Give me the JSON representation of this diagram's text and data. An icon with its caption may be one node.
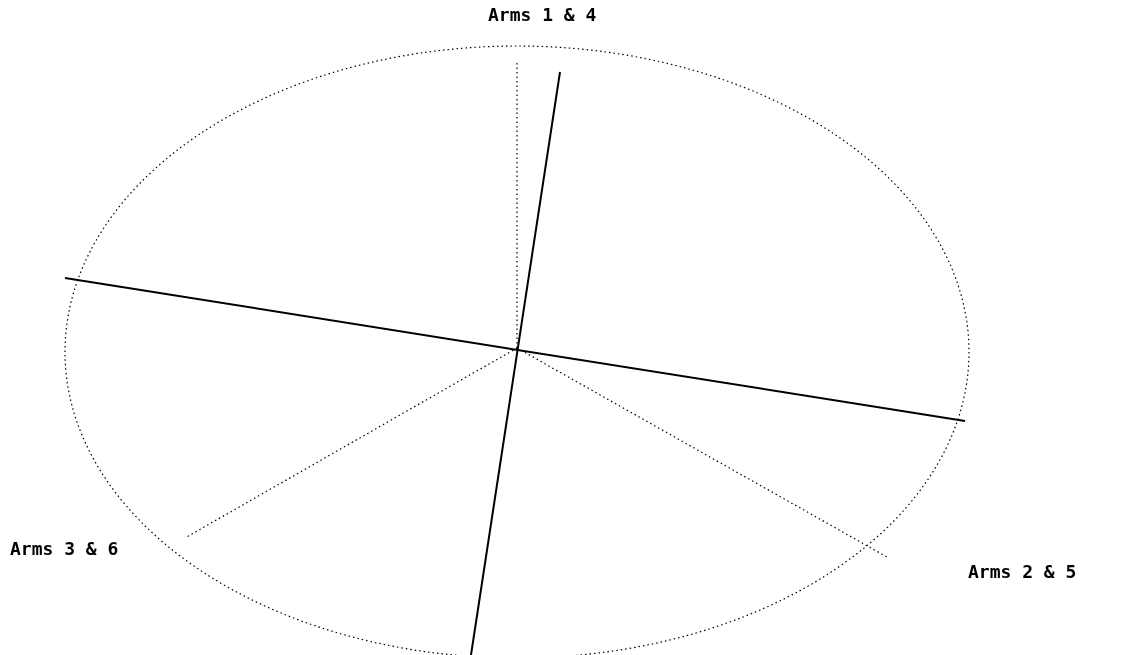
{
  "diagram": {
    "labels": [
      "Arms 1 & 4",
      "Arms 3 & 6",
      "Arms 2 & 5"
    ]
  }
}
